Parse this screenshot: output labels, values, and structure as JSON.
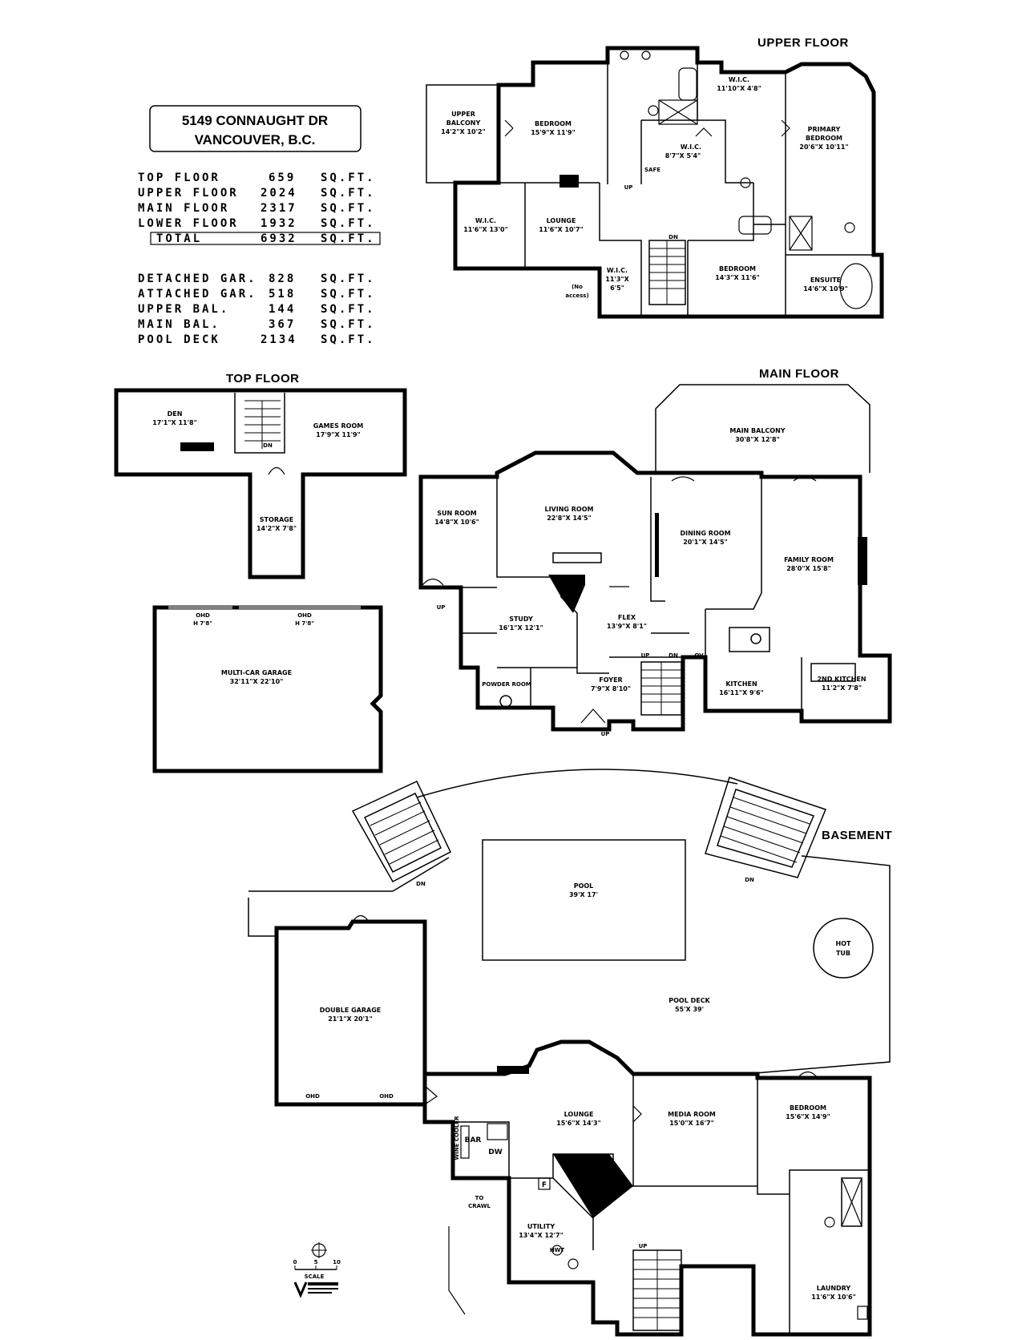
{
  "header": {
    "address_line1": "5149 CONNAUGHT DR",
    "address_line2": "VANCOUVER, B.C."
  },
  "areas": [
    {
      "label": "TOP FLOOR",
      "value": "659",
      "unit": "SQ.FT."
    },
    {
      "label": "UPPER FLOOR",
      "value": "2024",
      "unit": "SQ.FT."
    },
    {
      "label": "MAIN FLOOR",
      "value": "2317",
      "unit": "SQ.FT."
    },
    {
      "label": "LOWER FLOOR",
      "value": "1932",
      "unit": "SQ.FT."
    },
    {
      "label": "TOTAL",
      "value": "6932",
      "unit": "SQ.FT."
    }
  ],
  "extras": [
    {
      "label": "DETACHED GAR.",
      "value": "828",
      "unit": "SQ.FT."
    },
    {
      "label": "ATTACHED GAR.",
      "value": "518",
      "unit": "SQ.FT."
    },
    {
      "label": "UPPER BAL.",
      "value": "144",
      "unit": "SQ.FT."
    },
    {
      "label": "MAIN BAL.",
      "value": "367",
      "unit": "SQ.FT."
    },
    {
      "label": "POOL DECK",
      "value": "2134",
      "unit": "SQ.FT."
    }
  ],
  "floors": {
    "upper": {
      "title": "UPPER FLOOR",
      "rooms": {
        "upper_balcony": {
          "name1": "UPPER",
          "name2": "BALCONY",
          "dim": "14'2\"X 10'2\""
        },
        "bedroom1": {
          "name": "BEDROOM",
          "dim": "15'9\"X 11'9\""
        },
        "wic_top": {
          "name": "W.I.C.",
          "dim": "11'10\"X 4'8\""
        },
        "primary": {
          "name1": "PRIMARY",
          "name2": "BEDROOM",
          "dim": "20'6\"X 10'11\""
        },
        "wic_mid": {
          "name": "W.I.C.",
          "dim": "8'7\"X 5'4\""
        },
        "safe": "SAFE",
        "wic_left": {
          "name": "W.I.C.",
          "dim": "11'6\"X 13'0\""
        },
        "lounge": {
          "name": "LOUNGE",
          "dim": "11'6\"X 10'7\""
        },
        "wic_small": {
          "name": "W.I.C.",
          "dim1": "11'3\"X",
          "dim2": "6'5\""
        },
        "no_access1": "(No",
        "no_access2": "access)",
        "bedroom2": {
          "name": "BEDROOM",
          "dim": "14'3\"X 11'6\""
        },
        "ensuite": {
          "name": "ENSUITE",
          "dim": "14'6\"X 10'9\""
        },
        "up": "UP",
        "dn": "DN"
      }
    },
    "top": {
      "title": "TOP FLOOR",
      "rooms": {
        "den": {
          "name": "DEN",
          "dim": "17'1\"X 11'8\""
        },
        "games": {
          "name": "GAMES ROOM",
          "dim": "17'9\"X 11'9\""
        },
        "storage": {
          "name": "STORAGE",
          "dim": "14'2\"X 7'8\""
        },
        "dn": "DN"
      }
    },
    "garage_detached": {
      "name": "MULTI-CAR GARAGE",
      "dim": "32'11\"X 22'10\"",
      "ohd_left1": "OHD",
      "ohd_left2": "H 7'8\"",
      "ohd_right1": "OHD",
      "ohd_right2": "H 7'8\""
    },
    "main": {
      "title": "MAIN FLOOR",
      "rooms": {
        "balcony": {
          "name": "MAIN BALCONY",
          "dim": "30'8\"X 12'8\""
        },
        "sun": {
          "name": "SUN ROOM",
          "dim": "14'8\"X 10'6\""
        },
        "living": {
          "name": "LIVING ROOM",
          "dim": "22'8\"X 14'5\""
        },
        "dining": {
          "name": "DINING ROOM",
          "dim": "20'1\"X 14'5\""
        },
        "family": {
          "name": "FAMILY ROOM",
          "dim": "28'0\"X 15'8\""
        },
        "study": {
          "name": "STUDY",
          "dim": "16'1\"X 12'1\""
        },
        "flex": {
          "name": "FLEX",
          "dim": "13'9\"X 8'1\""
        },
        "foyer": {
          "name": "FOYER",
          "dim": "7'9\"X 8'10\""
        },
        "kitchen": {
          "name": "KITCHEN",
          "dim": "16'11\"X 9'6\""
        },
        "kitchen2": {
          "name": "2ND KITCHEN",
          "dim": "11'2\"X 7'8\""
        },
        "powder": "POWDER ROOM",
        "up1": "UP",
        "up2": "UP",
        "dn": "DN",
        "up3": "UP",
        "ov": "OV"
      }
    },
    "basement": {
      "title": "BASEMENT",
      "rooms": {
        "pool": {
          "name": "POOL",
          "dim": "39'X 17'"
        },
        "hot_tub1": "HOT",
        "hot_tub2": "TUB",
        "deck": {
          "name": "POOL DECK",
          "dim": "55'X 39'"
        },
        "double_garage": {
          "name": "DOUBLE GARAGE",
          "dim": "21'1\"X 20'1\""
        },
        "ohd1": "OHD",
        "ohd2": "OHD",
        "lounge": {
          "name": "LOUNGE",
          "dim": "15'6\"X 14'3\""
        },
        "media": {
          "name": "MEDIA ROOM",
          "dim": "15'0\"X 16'7\""
        },
        "bedroom": {
          "name": "BEDROOM",
          "dim": "15'6\"X 14'9\""
        },
        "utility": {
          "name": "UTILITY",
          "dim": "13'4\"X 12'7\""
        },
        "laundry": {
          "name": "LAUNDRY",
          "dim": "11'6\"X 10'6\""
        },
        "to_crawl1": "TO",
        "to_crawl2": "CRAWL",
        "bar": "BAR",
        "dw": "DW",
        "wine": "WINE COOLER",
        "f": "F",
        "hwt": "HWT",
        "dn1": "DN",
        "dn2": "DN",
        "up": "UP"
      }
    }
  },
  "scale": {
    "label": "SCALE",
    "start": "0",
    "mid": "5",
    "end": "10"
  }
}
